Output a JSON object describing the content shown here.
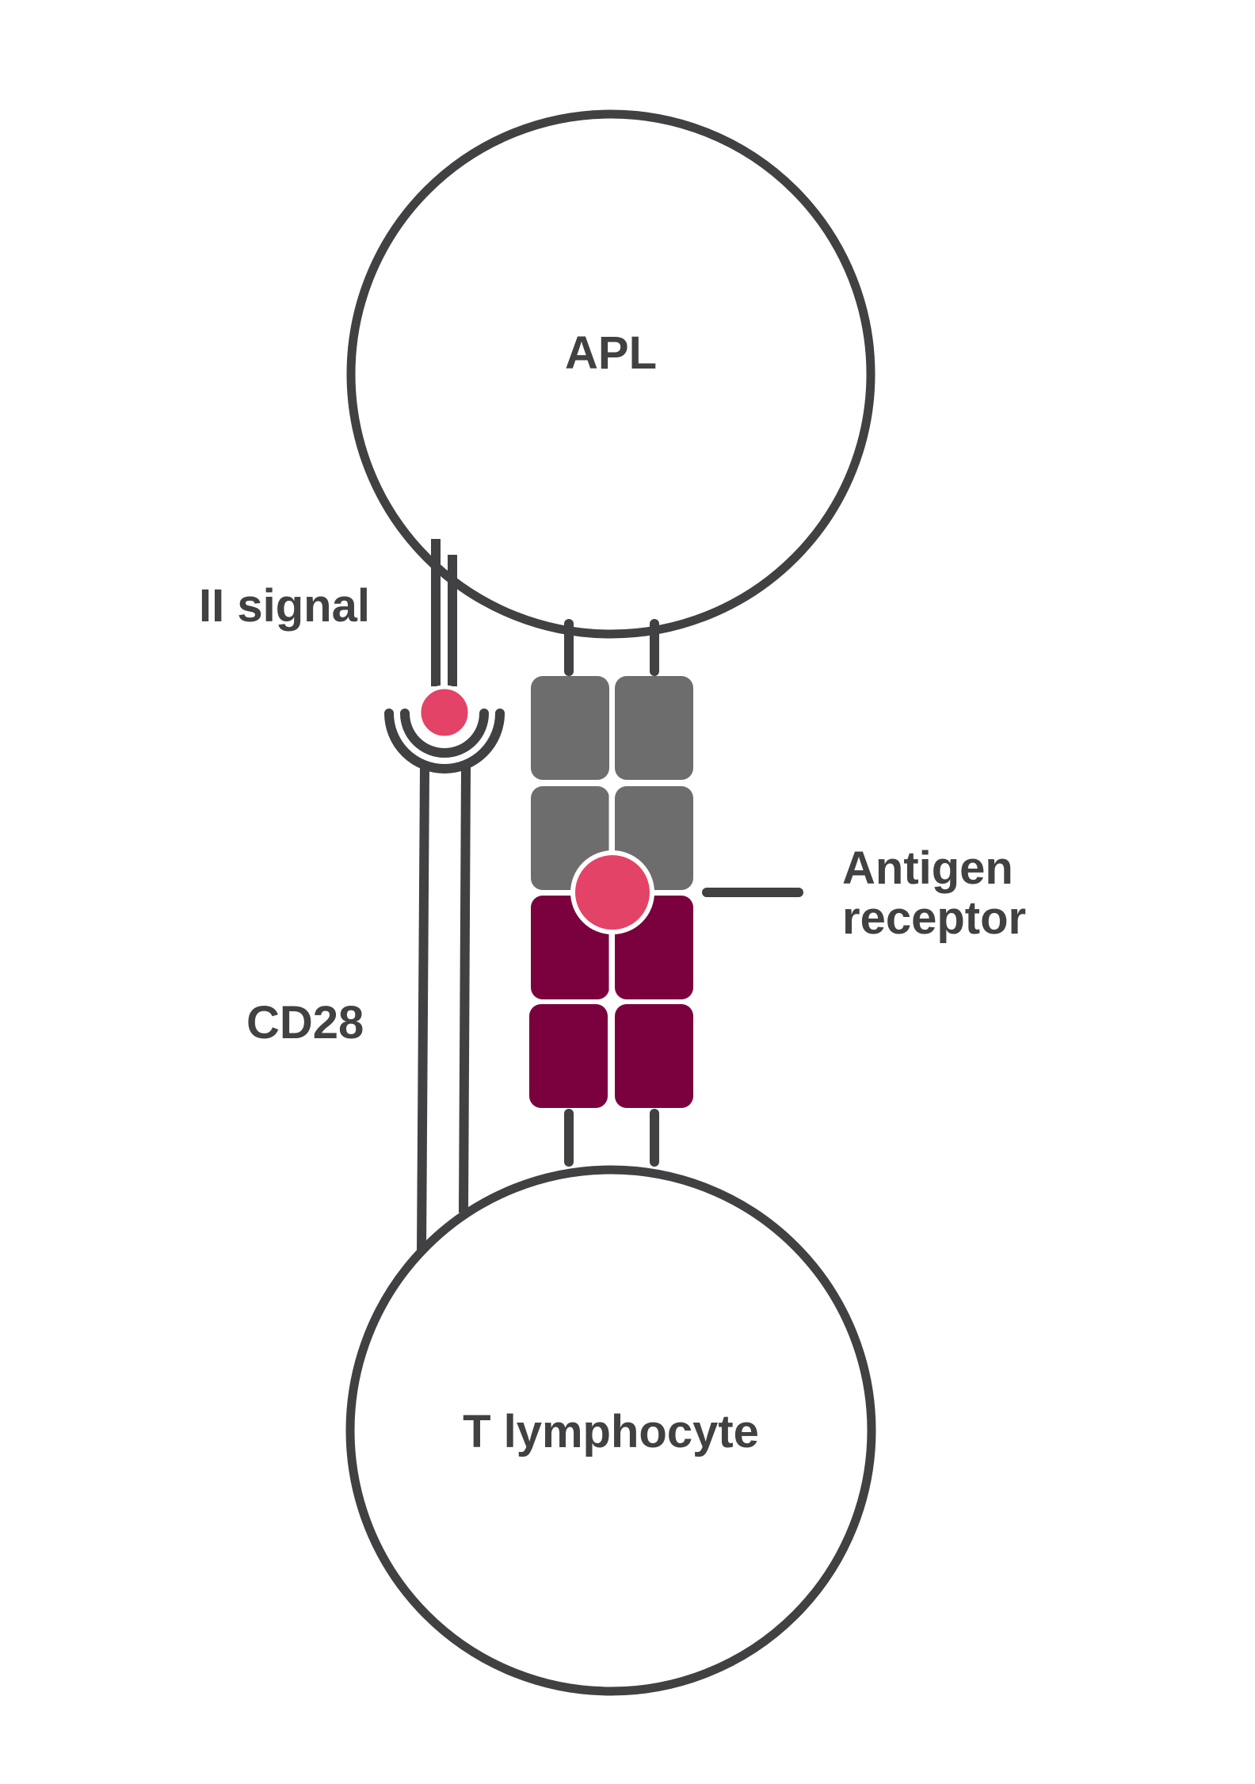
{
  "diagram": {
    "title": "T cell activation: antigen recognition and co-stimulation",
    "cells": {
      "apc": {
        "label": "APL"
      },
      "t_cell": {
        "label": "T lymphocyte"
      }
    },
    "labels": {
      "second_signal": "II signal",
      "cd28": "CD28",
      "antigen_receptor_line1": "Antigen",
      "antigen_receptor_line2": "receptor"
    },
    "colors": {
      "outline": "#414042",
      "receptor_upper": "#6D6D6D",
      "receptor_lower": "#7B003E",
      "ligand": "#E34366",
      "background": "#FFFFFF"
    },
    "components": {
      "receptor_upper_domains": 4,
      "receptor_lower_domains": 4,
      "ligand_dots": 2
    }
  }
}
